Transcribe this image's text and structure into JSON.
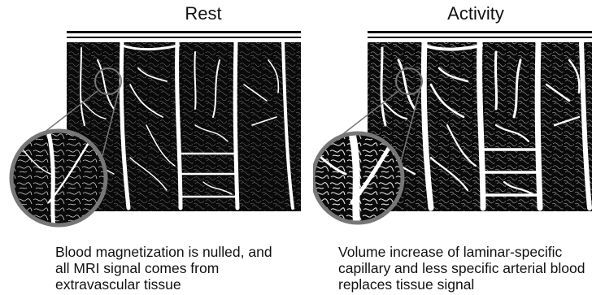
{
  "panels": [
    {
      "title": "Rest",
      "caption_lines": [
        "Blood magnetization is nulled, and",
        "all MRI signal comes from",
        "extravascular tissue"
      ]
    },
    {
      "title": "Activity",
      "caption_lines": [
        "Volume increase of laminar-specific",
        "capillary and less specific arterial blood",
        "replaces tissue signal"
      ]
    }
  ],
  "colors": {
    "tissue": "#0a0a0a",
    "vessel": "#ffffff",
    "lens_ring": "#777777"
  }
}
